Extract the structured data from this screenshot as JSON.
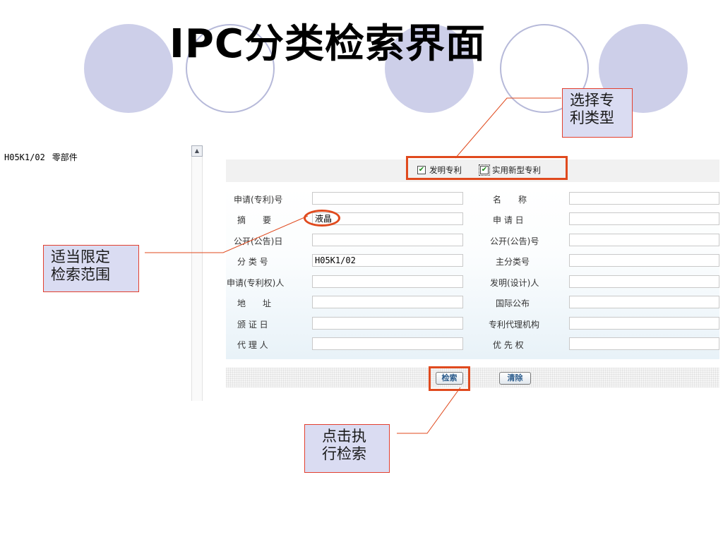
{
  "slide": {
    "title": "IPC分类检索界面"
  },
  "tree": {
    "code": "H05K1/02",
    "label": "零部件",
    "scroll_up": "▲"
  },
  "patent_types": [
    {
      "label": "发明专利",
      "checked": true
    },
    {
      "label": "实用新型专利",
      "checked": true
    }
  ],
  "check_mark": "✔",
  "form": {
    "left_fields": [
      {
        "label": "申请(专利)号",
        "value": ""
      },
      {
        "label": "摘　　要",
        "value": "液晶"
      },
      {
        "label": "公开(公告)日",
        "value": ""
      },
      {
        "label": "分 类 号",
        "value": "H05K1/02"
      },
      {
        "label": "申请(专利权)人",
        "value": ""
      },
      {
        "label": "地　　址",
        "value": ""
      },
      {
        "label": "颁 证 日",
        "value": ""
      },
      {
        "label": "代 理 人",
        "value": ""
      }
    ],
    "right_fields": [
      {
        "label": "名　　称",
        "value": ""
      },
      {
        "label": "申 请 日",
        "value": ""
      },
      {
        "label": "公开(公告)号",
        "value": ""
      },
      {
        "label": "主分类号",
        "value": ""
      },
      {
        "label": "发明(设计)人",
        "value": ""
      },
      {
        "label": "国际公布",
        "value": ""
      },
      {
        "label": "专利代理机构",
        "value": ""
      },
      {
        "label": "优 先 权",
        "value": ""
      }
    ]
  },
  "buttons": {
    "search": "检索",
    "clear": "清除"
  },
  "callouts": {
    "select_type": [
      "选择专",
      "利类型"
    ],
    "limit_scope": [
      "适当限定",
      "检索范围"
    ],
    "click_search": [
      "点击执",
      "行检索"
    ]
  }
}
